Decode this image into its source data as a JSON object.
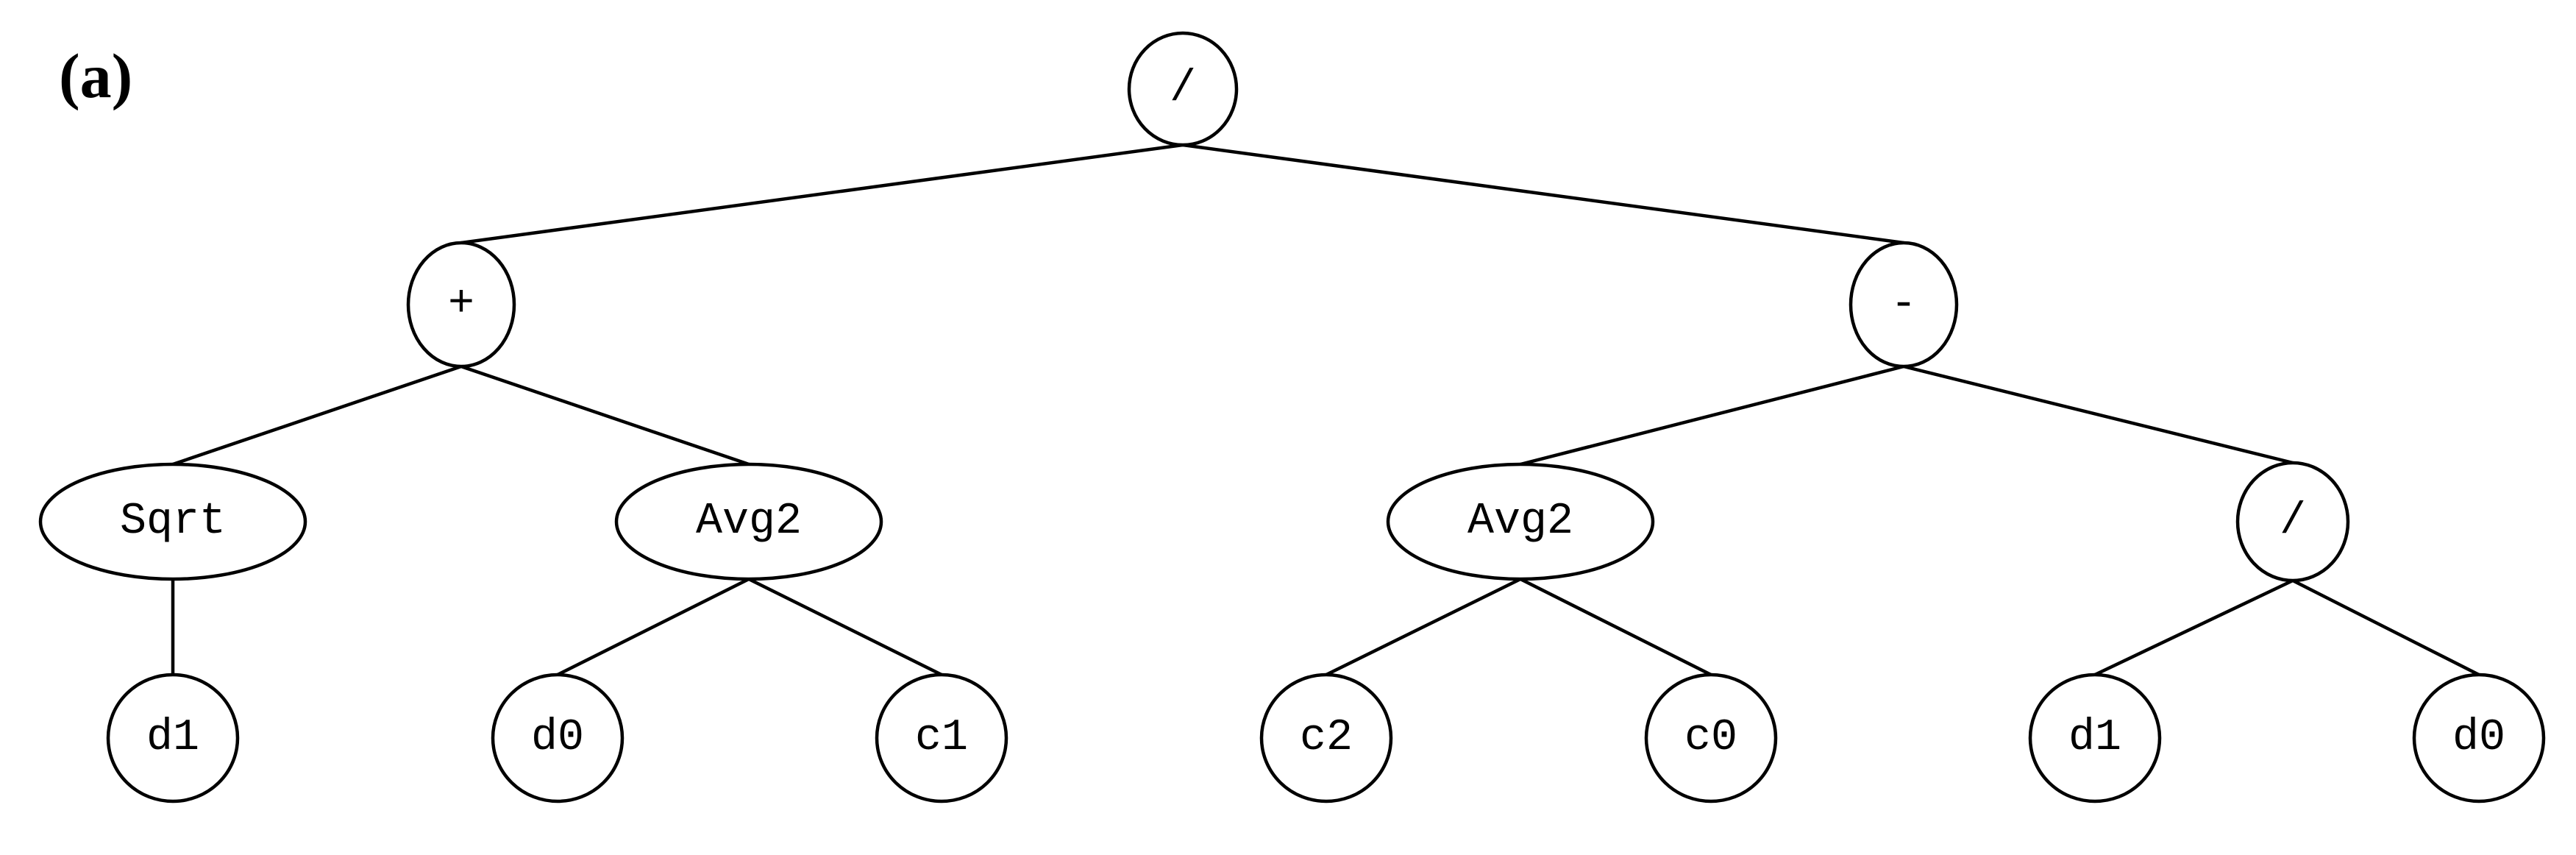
{
  "panel_label": "(a)",
  "colors": {
    "stroke": "#000000",
    "background": "#ffffff",
    "text": "#000000"
  },
  "tree": {
    "nodes": [
      {
        "id": "n-root",
        "label": "/"
      },
      {
        "id": "n-plus",
        "label": "+"
      },
      {
        "id": "n-minus",
        "label": "-"
      },
      {
        "id": "n-sqrt",
        "label": "Sqrt"
      },
      {
        "id": "n-avg2-left",
        "label": "Avg2"
      },
      {
        "id": "n-avg2-right",
        "label": "Avg2"
      },
      {
        "id": "n-div",
        "label": "/"
      },
      {
        "id": "n-d1-a",
        "label": "d1"
      },
      {
        "id": "n-d0-a",
        "label": "d0"
      },
      {
        "id": "n-c1",
        "label": "c1"
      },
      {
        "id": "n-c2",
        "label": "c2"
      },
      {
        "id": "n-c0",
        "label": "c0"
      },
      {
        "id": "n-d1-b",
        "label": "d1"
      },
      {
        "id": "n-d0-b",
        "label": "d0"
      }
    ],
    "edges": [
      [
        "n-root",
        "n-plus"
      ],
      [
        "n-root",
        "n-minus"
      ],
      [
        "n-plus",
        "n-sqrt"
      ],
      [
        "n-plus",
        "n-avg2-left"
      ],
      [
        "n-minus",
        "n-avg2-right"
      ],
      [
        "n-minus",
        "n-div"
      ],
      [
        "n-sqrt",
        "n-d1-a"
      ],
      [
        "n-avg2-left",
        "n-d0-a"
      ],
      [
        "n-avg2-left",
        "n-c1"
      ],
      [
        "n-avg2-right",
        "n-c2"
      ],
      [
        "n-avg2-right",
        "n-c0"
      ],
      [
        "n-div",
        "n-d1-b"
      ],
      [
        "n-div",
        "n-d0-b"
      ]
    ]
  }
}
